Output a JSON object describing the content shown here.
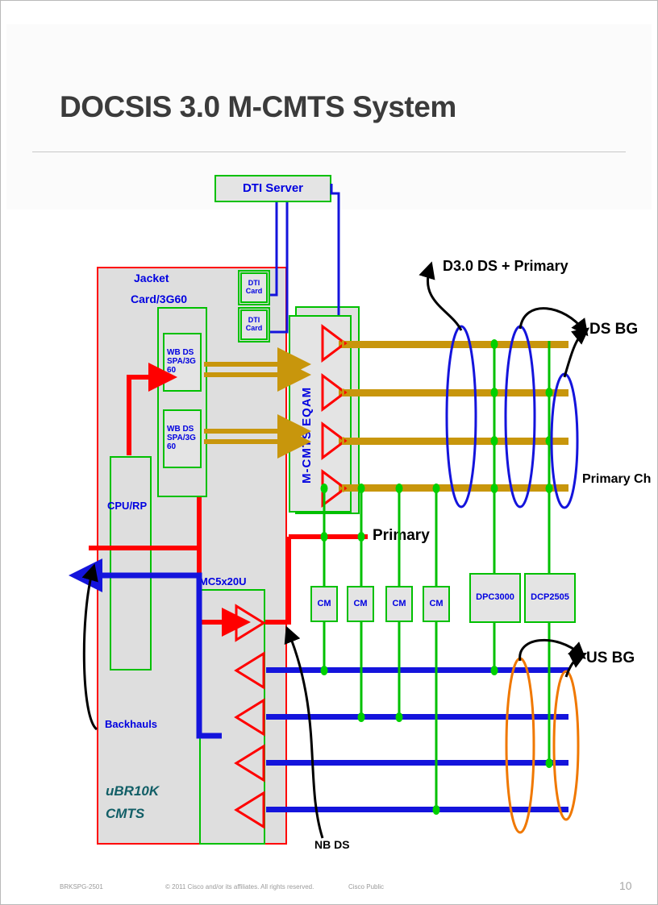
{
  "slide": {
    "title": "DOCSIS 3.0 M-CMTS System"
  },
  "footer": {
    "session_code": "BRKSPG-2501",
    "copyright": "© 2011 Cisco and/or its affiliates. All rights reserved.",
    "classification": "Cisco Public",
    "page_number": "10"
  },
  "diagram": {
    "dti_server": "DTI Server",
    "chassis_label_line1": "Jacket",
    "chassis_label_line2": "Card/3G60",
    "dti_cards": [
      {
        "line1": "DTI",
        "line2": "Card"
      },
      {
        "line1": "DTI",
        "line2": "Card"
      }
    ],
    "wb_ds_spa": [
      {
        "line1": "WB DS",
        "line2": "SPA/3G",
        "line3": "60"
      },
      {
        "line1": "WB DS",
        "line2": "SPA/3G",
        "line3": "60"
      }
    ],
    "cpu_rp": "CPU/RP",
    "eqam": "M-CMTS EQAM",
    "mc5x20u": "MC5x20U",
    "backhauls": "Backhauls",
    "cmts_line1": "uBR10K",
    "cmts_line2": "CMTS",
    "annotations": {
      "d30_ds_primary": "D3.0 DS + Primary",
      "ds_bg": "DS BG",
      "primary_ch": "Primary Ch",
      "primary": "Primary",
      "us_bg": "US BG",
      "nb_ds": "NB DS"
    },
    "modems": [
      {
        "label": "CM"
      },
      {
        "label": "CM"
      },
      {
        "label": "CM"
      },
      {
        "label": "CM"
      },
      {
        "label": "DPC3000"
      },
      {
        "label": "DCP2505"
      }
    ],
    "colors": {
      "downstream_line": "#c8960c",
      "upstream_line": "#1414dc",
      "device_border": "#00c000",
      "chassis_border": "#ff0000",
      "ds_bonding_ellipse": "#1414dc",
      "us_bonding_ellipse": "#f07800",
      "label_blue": "#0000e0",
      "label_teal": "#115e66",
      "title_gray": "#3b3b3b"
    }
  }
}
